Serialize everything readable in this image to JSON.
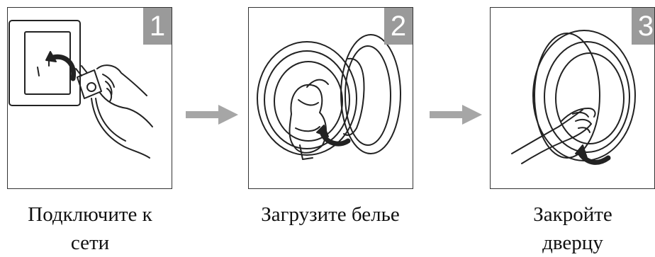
{
  "steps": [
    {
      "number": "1",
      "caption_line1": "Подключите к",
      "caption_line2": "сети",
      "icon": "plug-into-socket-icon"
    },
    {
      "number": "2",
      "caption_line1": "Загрузите белье",
      "caption_line2": "",
      "icon": "load-laundry-icon"
    },
    {
      "number": "3",
      "caption_line1": "Закройте",
      "caption_line2": "дверцу",
      "icon": "close-door-icon"
    }
  ],
  "arrow_color": "#a6a6a6",
  "badge_color": "#9a9a9a"
}
